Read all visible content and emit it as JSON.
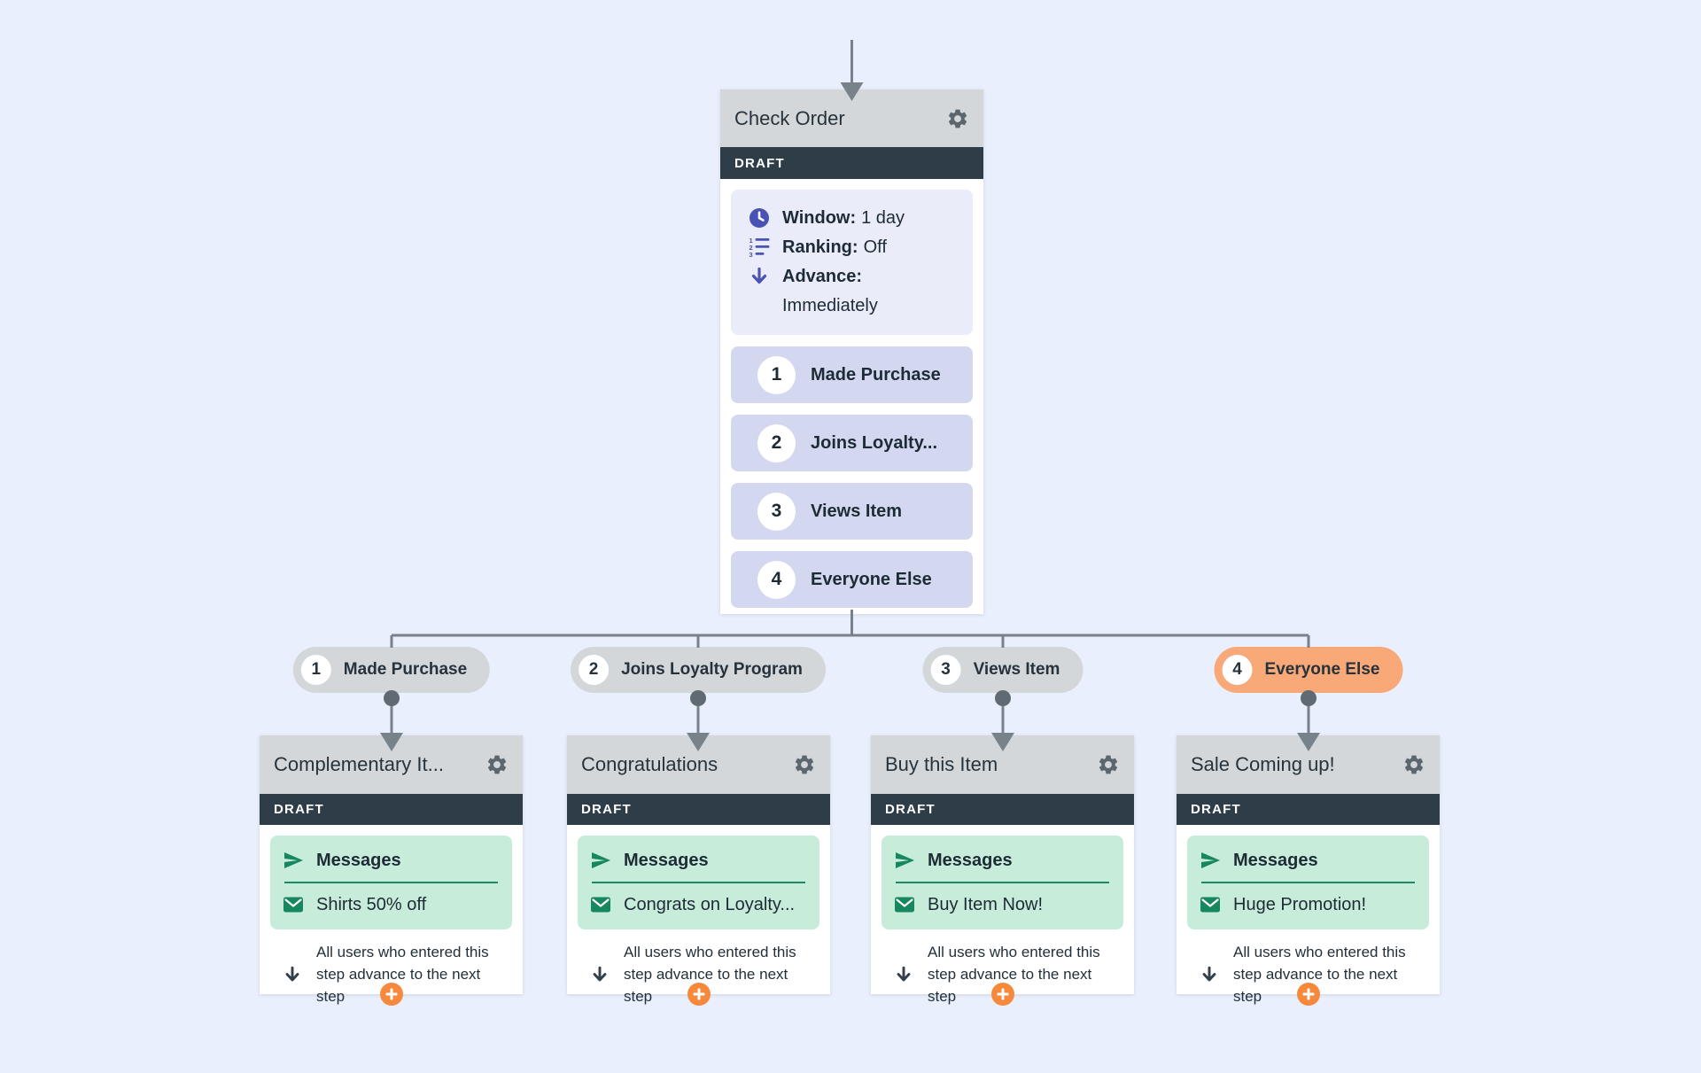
{
  "colors": {
    "background": "#e9effc",
    "card_header": "#d4d7d9",
    "draft_bar": "#2e3d47",
    "info_panel": "#eaecf9",
    "branch_row": "#d3d7ef",
    "indigo_icon": "#4a53b4",
    "message_panel": "#c7ecda",
    "green_icon": "#17875f",
    "pill_gray": "#d4d7d9",
    "pill_highlight": "#f9a877",
    "add_button": "#f6893b",
    "connector": "#78828a",
    "text_dark": "#1d2b36"
  },
  "trigger_card": {
    "title": "Check Order",
    "status": "DRAFT",
    "settings": [
      {
        "icon": "clock-icon",
        "label": "Window:",
        "value": "1 day"
      },
      {
        "icon": "ranking-icon",
        "label": "Ranking:",
        "value": "Off"
      },
      {
        "icon": "advance-icon",
        "label": "Advance:",
        "value": "Immediately"
      }
    ],
    "branches": [
      {
        "number": "1",
        "label": "Made Purchase"
      },
      {
        "number": "2",
        "label": "Joins Loyalty..."
      },
      {
        "number": "3",
        "label": "Views Item"
      },
      {
        "number": "4",
        "label": "Everyone Else"
      }
    ]
  },
  "branch_pills": [
    {
      "number": "1",
      "label": "Made Purchase",
      "highlighted": false
    },
    {
      "number": "2",
      "label": "Joins Loyalty Program",
      "highlighted": false
    },
    {
      "number": "3",
      "label": "Views Item",
      "highlighted": false
    },
    {
      "number": "4",
      "label": "Everyone Else",
      "highlighted": true
    }
  ],
  "action_cards": [
    {
      "title": "Complementary It...",
      "status": "DRAFT",
      "section": "Messages",
      "message": "Shirts 50% off"
    },
    {
      "title": "Congratulations",
      "status": "DRAFT",
      "section": "Messages",
      "message": "Congrats on Loyalty..."
    },
    {
      "title": "Buy this Item",
      "status": "DRAFT",
      "section": "Messages",
      "message": "Buy Item Now!"
    },
    {
      "title": "Sale Coming up!",
      "status": "DRAFT",
      "section": "Messages",
      "message": "Huge Promotion!"
    }
  ],
  "advance_note": "All users who entered this step advance to the next step"
}
